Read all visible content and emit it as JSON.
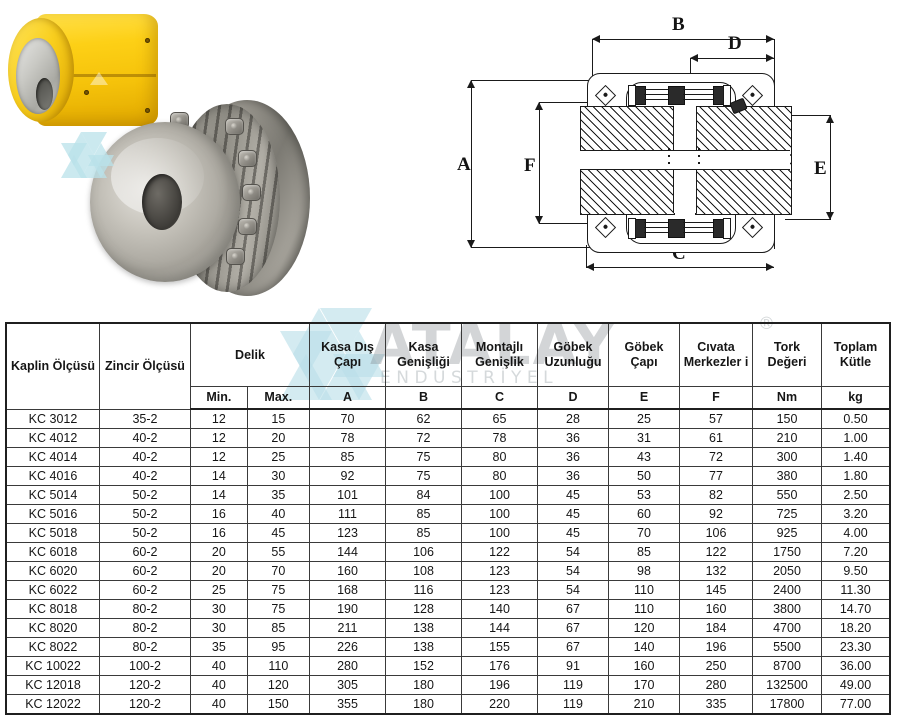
{
  "watermark": {
    "brand": "ATALAY",
    "sub": "ENDÜSTRİYEL",
    "registered": "®",
    "logo_icon": "hexagon-triangles-logo",
    "color": "#788086"
  },
  "photo": {
    "name": "chain-coupling-product-photo",
    "items": [
      {
        "name": "yellow-chain-coupling-cover",
        "color": "#f5c20a"
      },
      {
        "name": "steel-chain-coupling",
        "color": "#a7a49c"
      }
    ],
    "logo_icon": "hexagon-triangles-logo"
  },
  "drawing": {
    "name": "chain-coupling-cross-section-drawing",
    "dimension_labels": [
      "A",
      "B",
      "C",
      "D",
      "E",
      "F"
    ],
    "labels": {
      "A": "A",
      "B": "B",
      "C": "C",
      "D": "D",
      "E": "E",
      "F": "F"
    }
  },
  "table": {
    "name": "chain-coupling-specification-table",
    "header_groups": [
      {
        "label": "Kaplin Ölçüsü",
        "span": 1,
        "rowspan": 2
      },
      {
        "label": "Zincir Ölçüsü",
        "span": 1,
        "rowspan": 2
      },
      {
        "label": "Delik",
        "span": 2,
        "rowspan": 1
      },
      {
        "label": "Kasa Dış Çapı",
        "span": 1,
        "rowspan": 1
      },
      {
        "label": "Kasa Genişliği",
        "span": 1,
        "rowspan": 1
      },
      {
        "label": "Montajlı Genişlik",
        "span": 1,
        "rowspan": 1
      },
      {
        "label": "Göbek Uzunluğu",
        "span": 1,
        "rowspan": 1
      },
      {
        "label": "Göbek Çapı",
        "span": 1,
        "rowspan": 1
      },
      {
        "label": "Cıvata Merkezleri",
        "span": 1,
        "rowspan": 1
      },
      {
        "label": "Tork Değeri",
        "span": 1,
        "rowspan": 1
      },
      {
        "label": "Toplam Kütle",
        "span": 1,
        "rowspan": 1
      }
    ],
    "headers_line1": {
      "kaplin_olcusu": "Kaplin Ölçüsü",
      "zincir_olcusu": "Zincir Ölçüsü",
      "delik": "Delik",
      "kasa_dis_capi": "Kasa Dış Çapı",
      "kasa_genisligi": "Kasa Genişliği",
      "montajli_genislik": "Montajlı Genişlik",
      "gobek_uzunlugu": "Göbek Uzunluğu",
      "gobek_capi": "Göbek Çapı",
      "civata_merkezleri": "Cıvata Merkezler i",
      "tork_degeri": "Tork Değeri",
      "toplam_kutle": "Toplam Kütle"
    },
    "headers_line2": {
      "min": "Min.",
      "max": "Max.",
      "a": "A",
      "b": "B",
      "c": "C",
      "d": "D",
      "e": "E",
      "f": "F",
      "nm": "Nm",
      "kg": "kg"
    },
    "columns": [
      "Kaplin Ölçüsü",
      "Zincir Ölçüsü",
      "Min.",
      "Max.",
      "A",
      "B",
      "C",
      "D",
      "E",
      "F",
      "Nm",
      "kg"
    ],
    "rows": [
      [
        "KC 3012",
        "35-2",
        "12",
        "15",
        "70",
        "62",
        "65",
        "28",
        "25",
        "57",
        "150",
        "0.50"
      ],
      [
        "KC 4012",
        "40-2",
        "12",
        "20",
        "78",
        "72",
        "78",
        "36",
        "31",
        "61",
        "210",
        "1.00"
      ],
      [
        "KC 4014",
        "40-2",
        "12",
        "25",
        "85",
        "75",
        "80",
        "36",
        "43",
        "72",
        "300",
        "1.40"
      ],
      [
        "KC 4016",
        "40-2",
        "14",
        "30",
        "92",
        "75",
        "80",
        "36",
        "50",
        "77",
        "380",
        "1.80"
      ],
      [
        "KC 5014",
        "50-2",
        "14",
        "35",
        "101",
        "84",
        "100",
        "45",
        "53",
        "82",
        "550",
        "2.50"
      ],
      [
        "KC 5016",
        "50-2",
        "16",
        "40",
        "111",
        "85",
        "100",
        "45",
        "60",
        "92",
        "725",
        "3.20"
      ],
      [
        "KC 5018",
        "50-2",
        "16",
        "45",
        "123",
        "85",
        "100",
        "45",
        "70",
        "106",
        "925",
        "4.00"
      ],
      [
        "KC 6018",
        "60-2",
        "20",
        "55",
        "144",
        "106",
        "122",
        "54",
        "85",
        "122",
        "1750",
        "7.20"
      ],
      [
        "KC 6020",
        "60-2",
        "20",
        "70",
        "160",
        "108",
        "123",
        "54",
        "98",
        "132",
        "2050",
        "9.50"
      ],
      [
        "KC 6022",
        "60-2",
        "25",
        "75",
        "168",
        "116",
        "123",
        "54",
        "110",
        "145",
        "2400",
        "11.30"
      ],
      [
        "KC 8018",
        "80-2",
        "30",
        "75",
        "190",
        "128",
        "140",
        "67",
        "110",
        "160",
        "3800",
        "14.70"
      ],
      [
        "KC 8020",
        "80-2",
        "30",
        "85",
        "211",
        "138",
        "144",
        "67",
        "120",
        "184",
        "4700",
        "18.20"
      ],
      [
        "KC 8022",
        "80-2",
        "35",
        "95",
        "226",
        "138",
        "155",
        "67",
        "140",
        "196",
        "5500",
        "23.30"
      ],
      [
        "KC 10022",
        "100-2",
        "40",
        "110",
        "280",
        "152",
        "176",
        "91",
        "160",
        "250",
        "8700",
        "36.00"
      ],
      [
        "KC 12018",
        "120-2",
        "40",
        "120",
        "305",
        "180",
        "196",
        "119",
        "170",
        "280",
        "132500",
        "49.00"
      ],
      [
        "KC 12022",
        "120-2",
        "40",
        "150",
        "355",
        "180",
        "220",
        "119",
        "210",
        "335",
        "17800",
        "77.00"
      ]
    ]
  }
}
